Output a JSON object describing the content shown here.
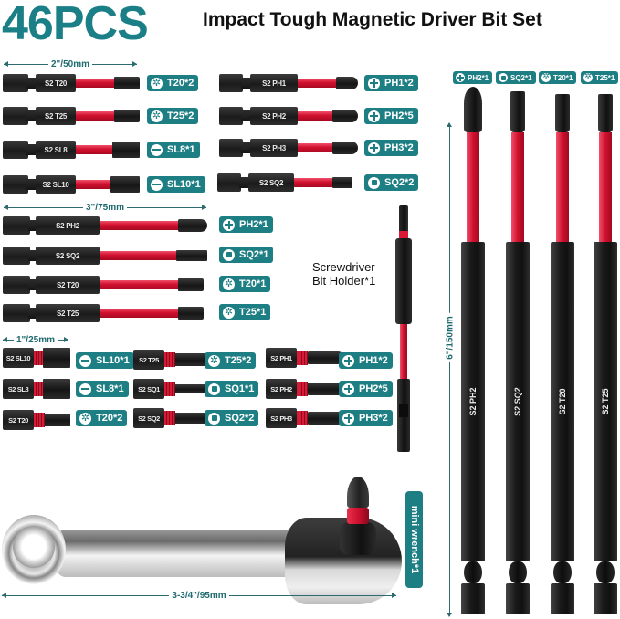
{
  "header": {
    "count_title": "46PCS",
    "subtitle": "Impact Tough Magnetic Driver Bit Set"
  },
  "colors": {
    "accent_teal": "#1d7e84",
    "bit_red": "#d0102e",
    "bit_black": "#1b1b1b"
  },
  "sections": {
    "bits_50mm": {
      "dimension": "2\"/50mm",
      "left_column": [
        {
          "engraving": "S2 T20",
          "tip": "torx",
          "badge": "T20*2",
          "icon": "torx-icon"
        },
        {
          "engraving": "S2 T25",
          "tip": "torx",
          "badge": "T25*2",
          "icon": "torx-icon"
        },
        {
          "engraving": "S2 SL8",
          "tip": "slotted",
          "badge": "SL8*1",
          "icon": "slotted-icon"
        },
        {
          "engraving": "S2 SL10",
          "tip": "slotted",
          "badge": "SL10*1",
          "icon": "slotted-icon"
        }
      ],
      "right_column": [
        {
          "engraving": "S2 PH1",
          "tip": "phillips",
          "badge": "PH1*2",
          "icon": "phillips-icon"
        },
        {
          "engraving": "S2 PH2",
          "tip": "phillips",
          "badge": "PH2*5",
          "icon": "phillips-icon"
        },
        {
          "engraving": "S2 PH3",
          "tip": "phillips",
          "badge": "PH3*2",
          "icon": "phillips-icon"
        },
        {
          "engraving": "S2 SQ2",
          "tip": "square",
          "badge": "SQ2*2",
          "icon": "square-icon"
        }
      ]
    },
    "bits_75mm": {
      "dimension": "3\"/75mm",
      "items": [
        {
          "engraving": "S2 PH2",
          "tip": "phillips",
          "badge": "PH2*1",
          "icon": "phillips-icon"
        },
        {
          "engraving": "S2 SQ2",
          "tip": "square",
          "badge": "SQ2*1",
          "icon": "square-icon"
        },
        {
          "engraving": "S2 T20",
          "tip": "torx",
          "badge": "T20*1",
          "icon": "torx-icon"
        },
        {
          "engraving": "S2 T25",
          "tip": "torx",
          "badge": "T25*1",
          "icon": "torx-icon"
        }
      ]
    },
    "bits_25mm": {
      "dimension": "1\"/25mm",
      "col1": [
        {
          "engraving": "S2 SL10",
          "tip": "slotted",
          "badge": "SL10*1",
          "icon": "slotted-icon"
        },
        {
          "engraving": "S2 SL8",
          "tip": "slotted",
          "badge": "SL8*1",
          "icon": "slotted-icon"
        },
        {
          "engraving": "S2 T20",
          "tip": "torx",
          "badge": "T20*2",
          "icon": "torx-icon"
        }
      ],
      "col2": [
        {
          "engraving": "S2 T25",
          "tip": "torx",
          "badge": "T25*2",
          "icon": "torx-icon"
        },
        {
          "engraving": "S2 SQ1",
          "tip": "square",
          "badge": "SQ1*1",
          "icon": "square-icon"
        },
        {
          "engraving": "S2 SQ2",
          "tip": "square",
          "badge": "SQ2*2",
          "icon": "square-icon"
        }
      ],
      "col3": [
        {
          "engraving": "S2 PH1",
          "tip": "phillips",
          "badge": "PH1*2",
          "icon": "phillips-icon"
        },
        {
          "engraving": "S2 PH2",
          "tip": "phillips",
          "badge": "PH2*5",
          "icon": "phillips-icon"
        },
        {
          "engraving": "S2 PH3",
          "tip": "phillips",
          "badge": "PH3*2",
          "icon": "phillips-icon"
        }
      ]
    },
    "bit_holder": {
      "label_line1": "Screwdriver",
      "label_line2": "Bit Holder*1"
    },
    "bits_150mm": {
      "dimension": "6\"/150mm",
      "items": [
        {
          "engraving": "S2 PH2",
          "tip": "phillips",
          "badge": "PH2*1",
          "icon": "phillips-icon"
        },
        {
          "engraving": "S2 SQ2",
          "tip": "square",
          "badge": "SQ2*1",
          "icon": "square-icon"
        },
        {
          "engraving": "S2 T20",
          "tip": "torx",
          "badge": "T20*1",
          "icon": "torx-icon"
        },
        {
          "engraving": "S2 T25",
          "tip": "torx",
          "badge": "T25*1",
          "icon": "torx-icon"
        }
      ]
    },
    "wrench": {
      "dimension": "3-3/4\"/95mm",
      "badge": "mini wrench*1"
    }
  }
}
